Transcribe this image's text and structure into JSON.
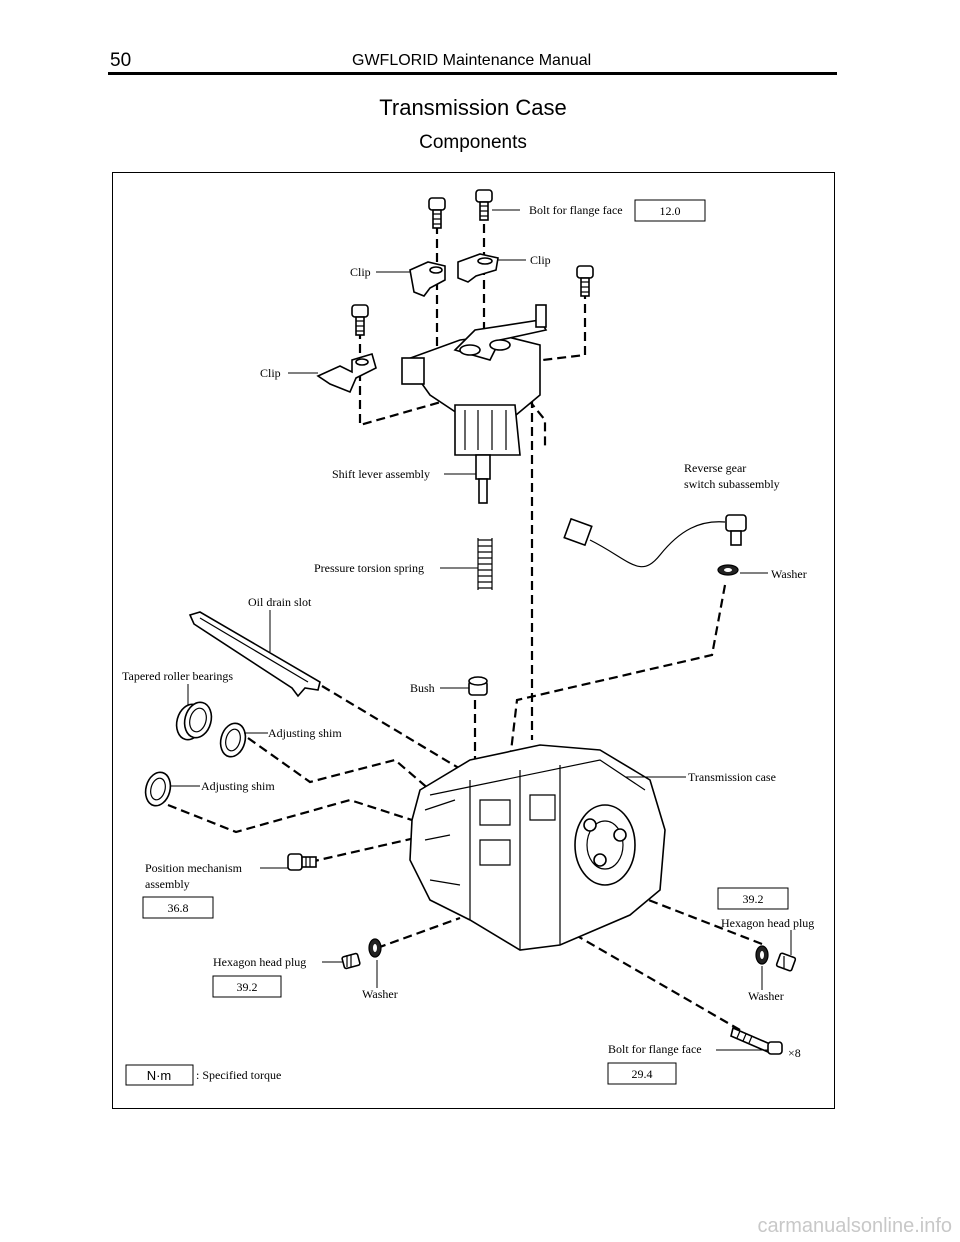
{
  "header": {
    "page_number": "50",
    "manual_title": "GWFLORID Maintenance Manual"
  },
  "title": "Transmission Case",
  "subtitle": "Components",
  "labels": {
    "bolt_top": "Bolt for flange face",
    "clip_upper_right": "Clip",
    "clip_upper_left": "Clip",
    "clip_left": "Clip",
    "shift_lever": "Shift lever assembly",
    "reverse_switch_1": "Reverse gear",
    "reverse_switch_2": "switch subassembly",
    "pressure_spring": "Pressure torsion spring",
    "washer_right_top": "Washer",
    "oil_drain": "Oil drain slot",
    "tapered_bearings": "Tapered roller bearings",
    "bush": "Bush",
    "adjusting_shim_1": "Adjusting shim",
    "transmission_case": "Transmission case",
    "adjusting_shim_2": "Adjusting shim",
    "position_mech_1": "Position  mechanism",
    "position_mech_2": "assembly",
    "hex_plug_right": "Hexagon head plug",
    "hex_plug_left": "Hexagon head plug",
    "washer_left": "Washer",
    "washer_right_bottom": "Washer",
    "bolt_bottom": "Bolt for flange face",
    "bolt_count": "×8",
    "legend_text": ": Specified torque"
  },
  "torques": {
    "bolt_top": "12.0",
    "position_mech": "36.8",
    "hex_plug_right": "39.2",
    "hex_plug_left": "39.2",
    "bolt_bottom": "29.4",
    "legend_unit": "N·m"
  },
  "watermark": "carmanualsonline.info"
}
